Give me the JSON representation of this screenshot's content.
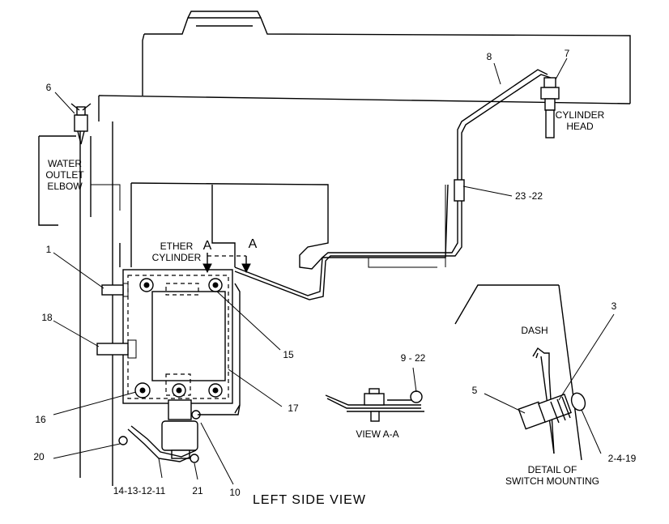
{
  "view_title": "LEFT SIDE VIEW",
  "labels": {
    "water_outlet_elbow": [
      "WATER",
      "OUTLET",
      "ELBOW"
    ],
    "ether_cylinder": [
      "ETHER",
      "CYLINDER"
    ],
    "cylinder_head": [
      "CYLINDER",
      "HEAD"
    ],
    "dash": "DASH",
    "view_aa": "VIEW A-A",
    "detail_switch": [
      "DETAIL OF",
      "SWITCH MOUNTING"
    ],
    "section_a_left": "A",
    "section_a_right": "A"
  },
  "callouts": {
    "c6": "6",
    "c8": "8",
    "c7": "7",
    "c1": "1",
    "c18": "18",
    "c16": "16",
    "c20": "20",
    "c15": "15",
    "c17": "17",
    "c23_22": "23 -22",
    "c9_22": "9 - 22",
    "c3": "3",
    "c5": "5",
    "c2_4_19": "2-4-19",
    "c14_13_12_11": "14-13-12-11",
    "c21": "21",
    "c10": "10"
  }
}
